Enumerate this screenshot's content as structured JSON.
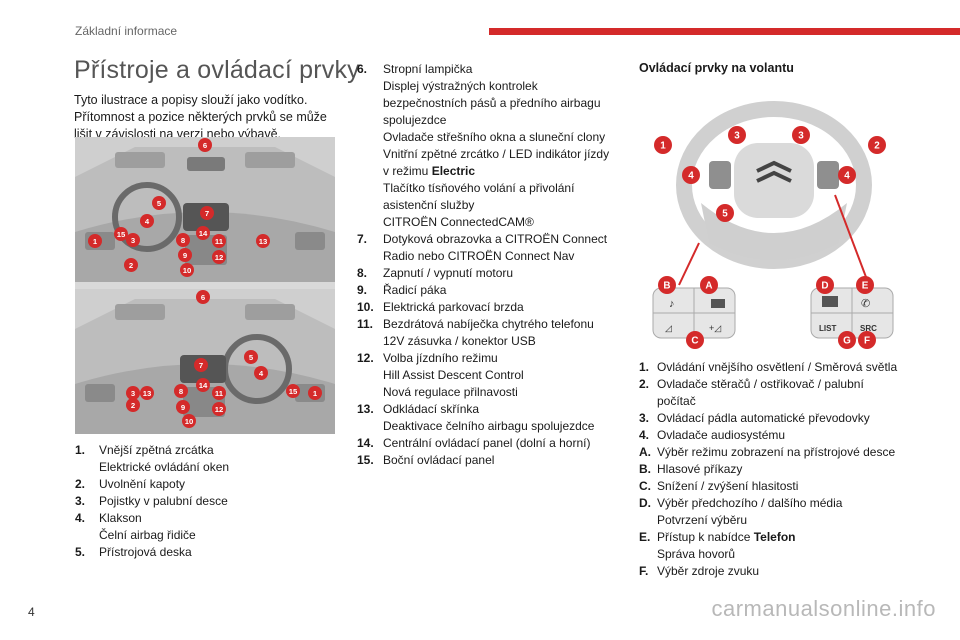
{
  "header": {
    "section": "Základní informace",
    "accent_color": "#d42a2a"
  },
  "title": "Přístroje a ovládací prvky",
  "intro": "Tyto ilustrace a popisy slouží jako vodítko. Přítomnost a pozice některých prvků se může lišit v závislosti na verzi nebo výbavě.",
  "dashboard_markers_top": [
    "6",
    "5",
    "4",
    "7",
    "1",
    "15",
    "3",
    "8",
    "14",
    "11",
    "13",
    "2",
    "9",
    "12",
    "10"
  ],
  "dashboard_markers_bottom": [
    "6",
    "7",
    "5",
    "4",
    "2",
    "13",
    "3",
    "8",
    "14",
    "11",
    "9",
    "12",
    "10",
    "15",
    "1"
  ],
  "items_a": [
    {
      "num": "1.",
      "lines": [
        "Vnější zpětná zrcátka",
        "Elektrické ovládání oken"
      ]
    },
    {
      "num": "2.",
      "lines": [
        "Uvolnění kapoty"
      ]
    },
    {
      "num": "3.",
      "lines": [
        "Pojistky v palubní desce"
      ]
    },
    {
      "num": "4.",
      "lines": [
        "Klakson",
        "Čelní airbag řidiče"
      ]
    },
    {
      "num": "5.",
      "lines": [
        "Přístrojová deska"
      ]
    }
  ],
  "items_b": [
    {
      "num": "6.",
      "lines": [
        "Stropní lampička",
        "Displej výstražných kontrolek",
        "bezpečnostních pásů a předního airbagu",
        "spolujezdce",
        "Ovladače střešního okna a sluneční clony",
        "Vnitřní zpětné zrcátko / LED indikátor jízdy"
      ],
      "extra_prefix": "v režimu ",
      "extra_bold": "Electric",
      "after": [
        "Tlačítko tísňového volání a přivolání",
        "asistenční služby",
        "CITROËN ConnectedCAM®"
      ]
    },
    {
      "num": "7.",
      "lines": [
        "Dotyková obrazovka a CITROËN Connect",
        "Radio nebo CITROËN Connect Nav"
      ]
    },
    {
      "num": "8.",
      "lines": [
        "Zapnutí / vypnutí motoru"
      ]
    },
    {
      "num": "9.",
      "lines": [
        "Řadicí páka"
      ]
    },
    {
      "num": "10.",
      "lines": [
        "Elektrická parkovací brzda"
      ]
    },
    {
      "num": "11.",
      "lines": [
        "Bezdrátová nabíječka chytrého telefonu",
        "12V zásuvka / konektor USB"
      ]
    },
    {
      "num": "12.",
      "lines": [
        "Volba jízdního režimu",
        "Hill Assist Descent Control",
        "Nová regulace přilnavosti"
      ]
    },
    {
      "num": "13.",
      "lines": [
        "Odkládací skřínka",
        "Deaktivace čelního airbagu spolujezdce"
      ]
    },
    {
      "num": "14.",
      "lines": [
        "Centrální ovládací panel (dolní a horní)"
      ]
    },
    {
      "num": "15.",
      "lines": [
        "Boční ovládací panel"
      ]
    }
  ],
  "steering": {
    "heading": "Ovládací prvky na volantu",
    "markers": [
      "1",
      "3",
      "3",
      "2",
      "4",
      "4",
      "5"
    ],
    "left_panel": {
      "markers": [
        "B",
        "A",
        "C"
      ]
    },
    "right_panel": {
      "markers": [
        "D",
        "E",
        "G",
        "F"
      ],
      "list_label": "LIST",
      "src_label": "SRC"
    },
    "items": [
      {
        "num": "1.",
        "lines": [
          "Ovládání vnějšího osvětlení / Směrová světla"
        ]
      },
      {
        "num": "2.",
        "lines": [
          "Ovladače stěračů / ostřikovač / palubní",
          "počítač"
        ]
      },
      {
        "num": "3.",
        "lines": [
          "Ovládací pádla automatické převodovky"
        ]
      },
      {
        "num": "4.",
        "lines": [
          "Ovladače audiosystému"
        ]
      },
      {
        "num": "A.",
        "lines": [
          "Výběr režimu zobrazení na přístrojové desce"
        ]
      },
      {
        "num": "B.",
        "lines": [
          "Hlasové příkazy"
        ]
      },
      {
        "num": "C.",
        "lines": [
          "Snížení / zvýšení hlasitosti"
        ]
      },
      {
        "num": "D.",
        "lines": [
          "Výběr předchozího / dalšího média",
          "Potvrzení výběru"
        ]
      },
      {
        "num": "E.",
        "prefix": "Přístup k nabídce ",
        "bold": "Telefon",
        "lines": [
          "Správa hovorů"
        ]
      },
      {
        "num": "F.",
        "lines": [
          "Výběr zdroje zvuku"
        ]
      }
    ]
  },
  "page_number": "4",
  "watermark": "carmanualsonline.info"
}
